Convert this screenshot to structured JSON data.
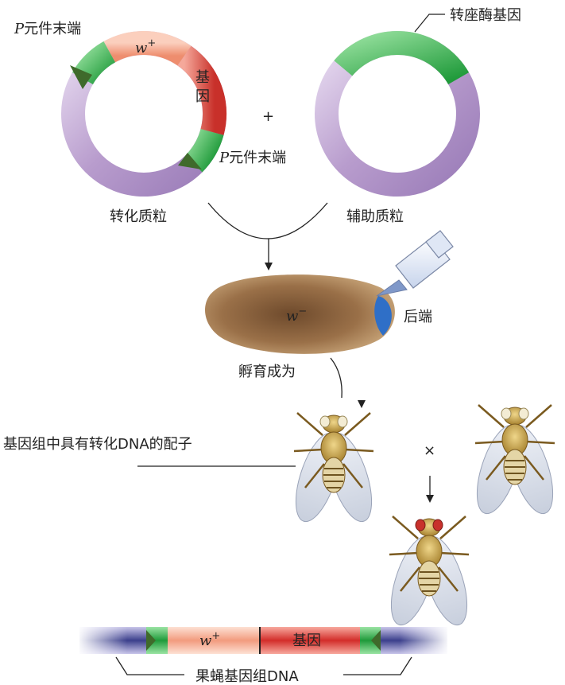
{
  "labels": {
    "p_end_top": "P元件末端",
    "p_end_right": "P元件末端",
    "w_plus": "w",
    "w_plus_sup": "+",
    "gene_vertical": "基因",
    "plus_sign": "+",
    "transposase_gene": "转座酶基因",
    "transform_plasmid": "转化质粒",
    "helper_plasmid": "辅助质粒",
    "w_minus": "w",
    "w_minus_sup": "−",
    "posterior_end": "后端",
    "develop_into": "孵育成为",
    "gamete_label": "基因组中具有转化DNA的配子",
    "cross_sign": "×",
    "bar_w_plus": "w",
    "bar_w_plus_sup": "+",
    "bar_gene": "基因",
    "genome_dna": "果蝇基因组DNA"
  },
  "colors": {
    "purple_plasmid": "#b59cc9",
    "green_segment": "#2fb04a",
    "salmon_segment": "#f4a488",
    "red_segment": "#d9433a",
    "embryo_brown": "#a27a52",
    "posterior_blue": "#2f6fc7",
    "genome_blue": "#3b3f8c"
  }
}
